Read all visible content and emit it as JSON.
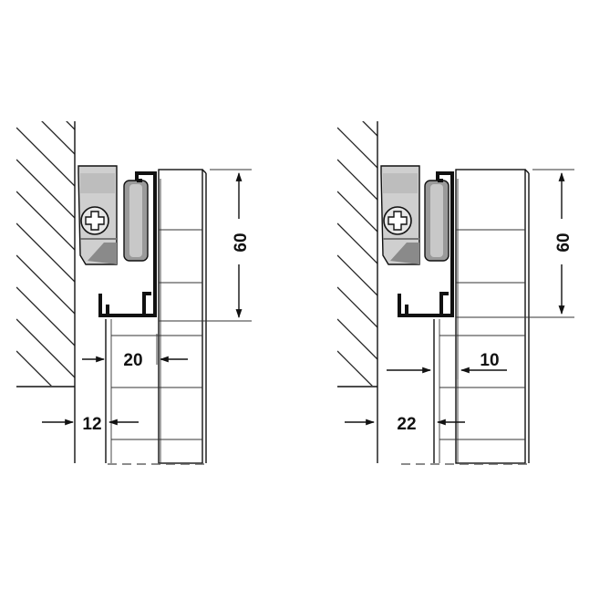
{
  "left_detail": {
    "height_dim": "60",
    "horizontal_dim": "20",
    "bottom_dim": "12"
  },
  "right_detail": {
    "height_dim": "60",
    "horizontal_dim": "10",
    "bottom_dim": "22"
  },
  "colors": {
    "line": "#111111",
    "bracket_fill": "#cfcfcf",
    "bracket_shade": "#8a8a8a"
  }
}
